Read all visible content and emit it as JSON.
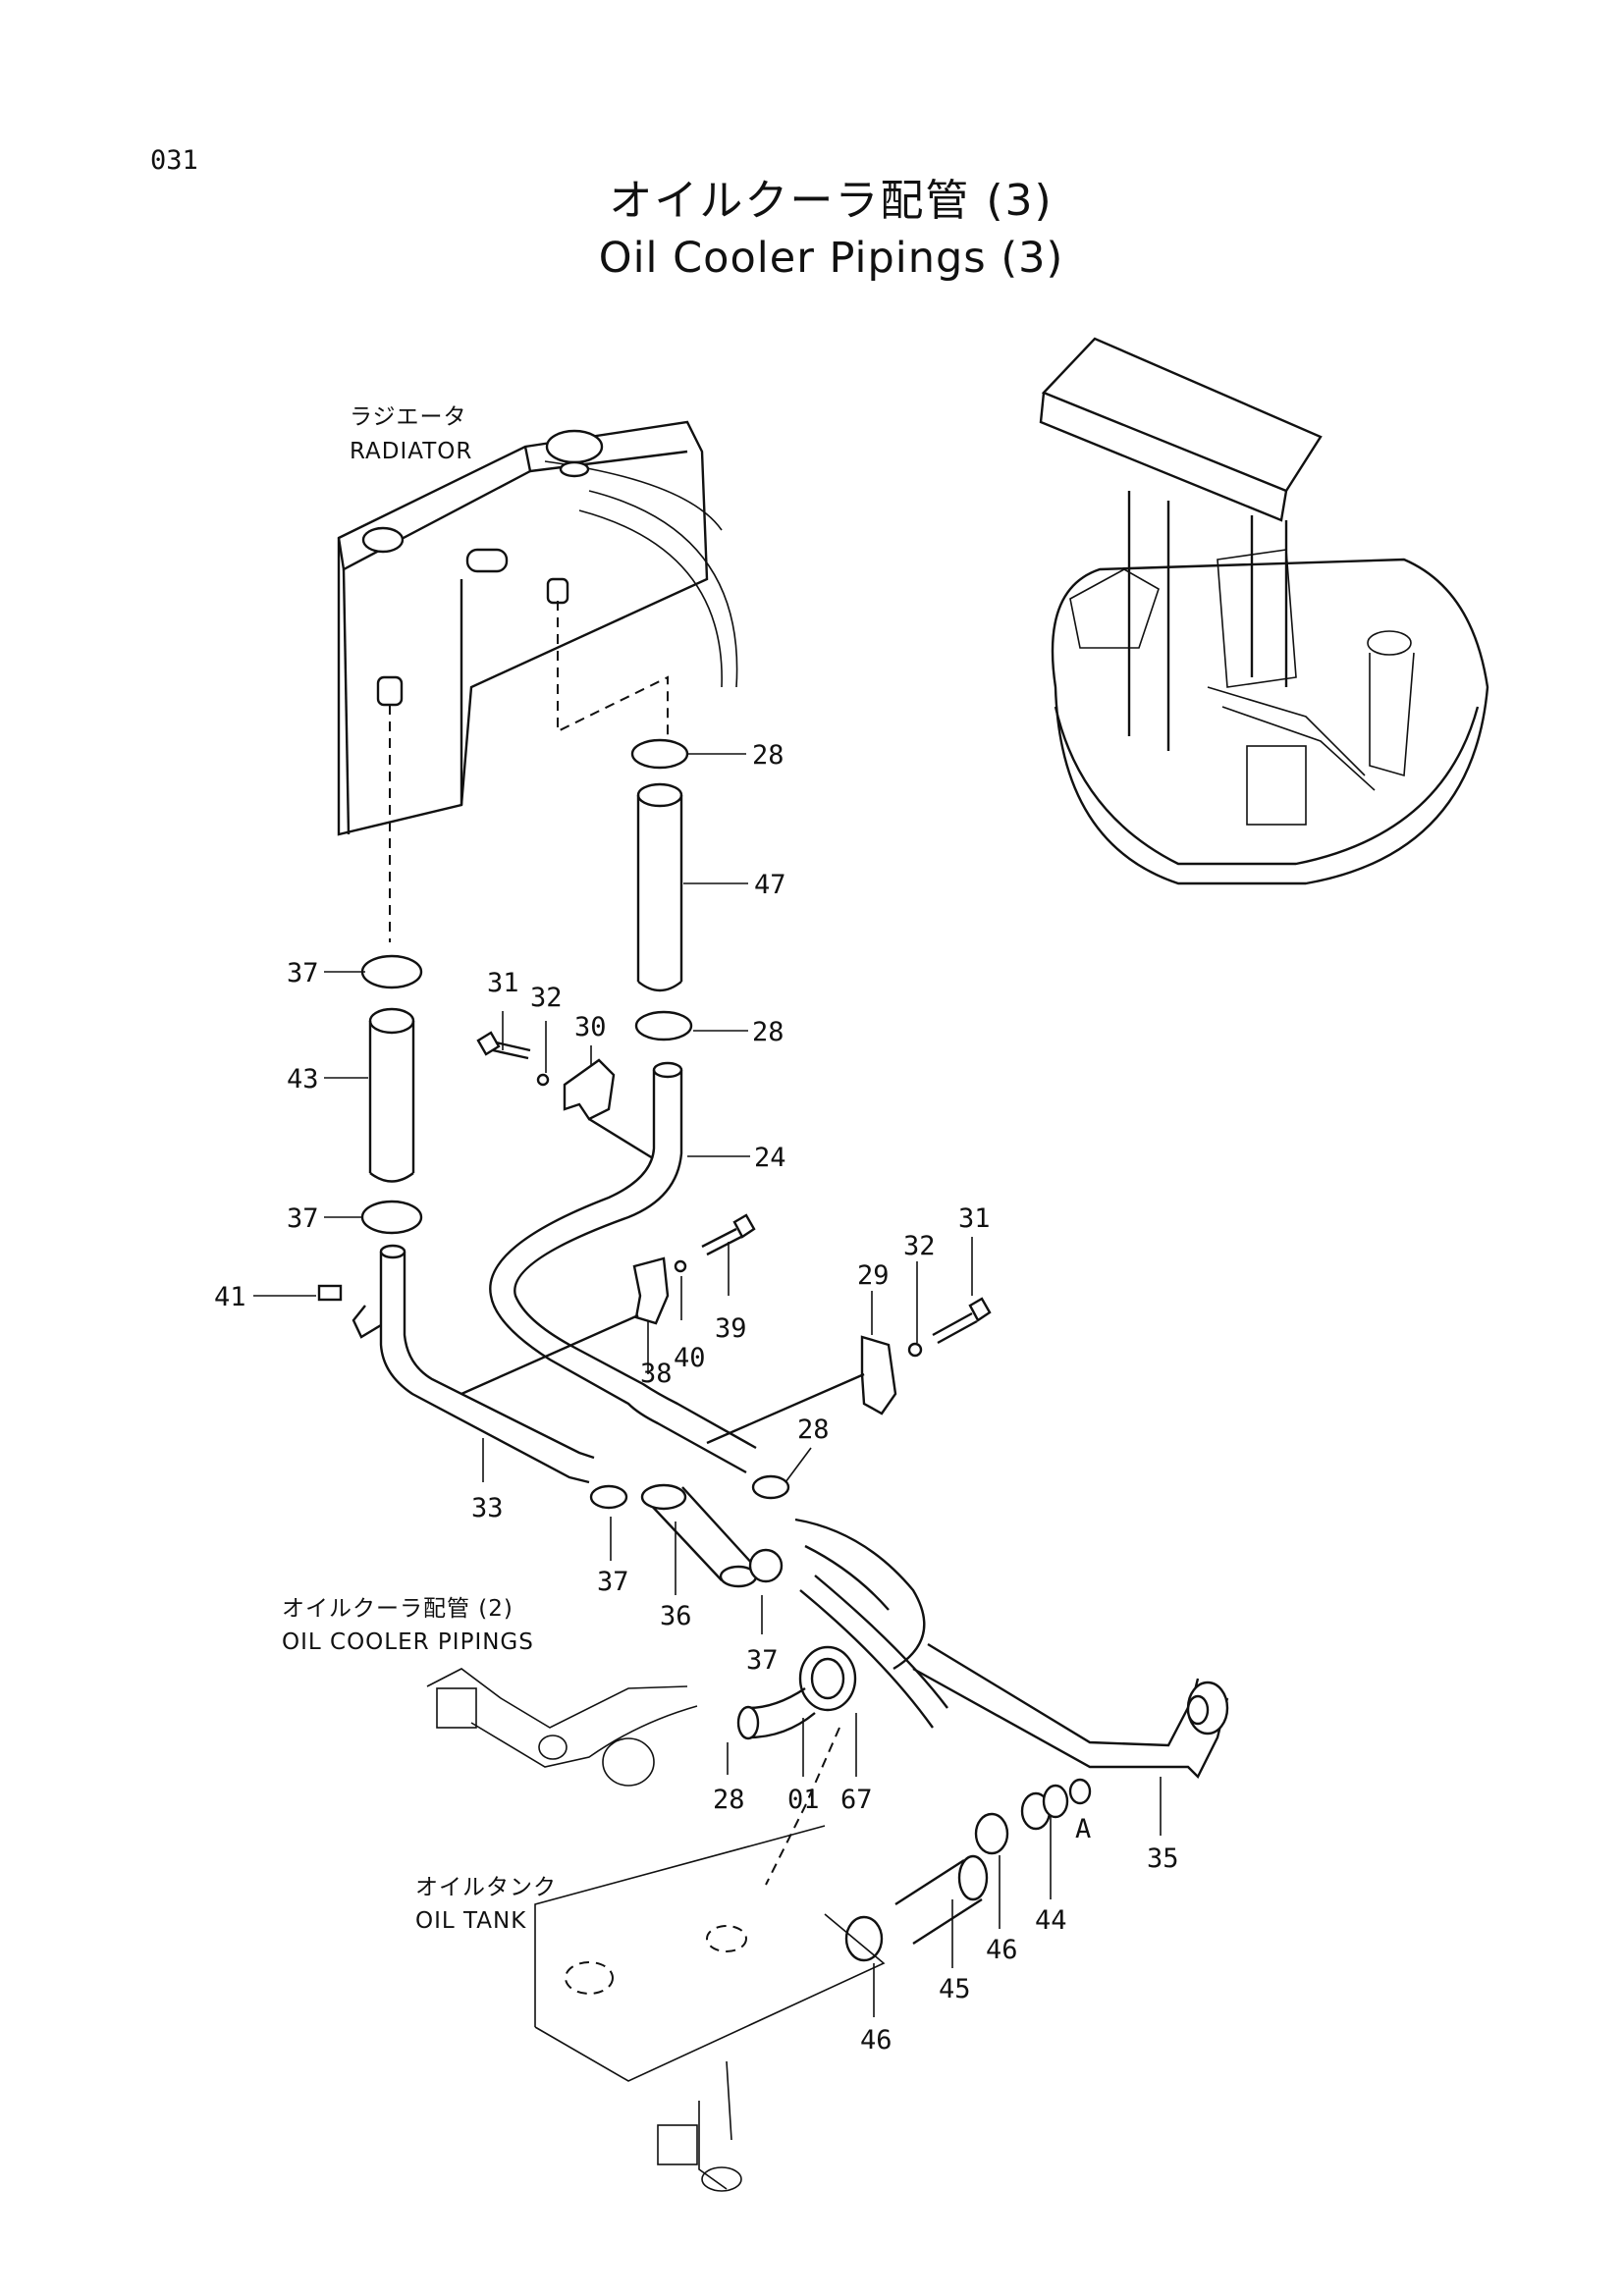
{
  "page": {
    "number": "031"
  },
  "title": {
    "japanese": "オイルクーラ配管 (3)",
    "english": "Oil Cooler Pipings (3)"
  },
  "labels": {
    "radiator_jp": "ラジエータ",
    "radiator_en": "RADIATOR",
    "oil_cooler_jp": "オイルクーラ配管 (2)",
    "oil_cooler_en": "OIL COOLER PIPINGS",
    "oil_tank_jp": "オイルタンク",
    "oil_tank_en": "OIL TANK",
    "ref_a": "A"
  },
  "callouts": [
    "28",
    "47",
    "37",
    "31",
    "32",
    "30",
    "28",
    "43",
    "24",
    "37",
    "31",
    "41",
    "39",
    "32",
    "40",
    "29",
    "38",
    "33",
    "28",
    "37",
    "36",
    "37",
    "28",
    "01",
    "67",
    "35",
    "44",
    "46",
    "45",
    "46"
  ]
}
